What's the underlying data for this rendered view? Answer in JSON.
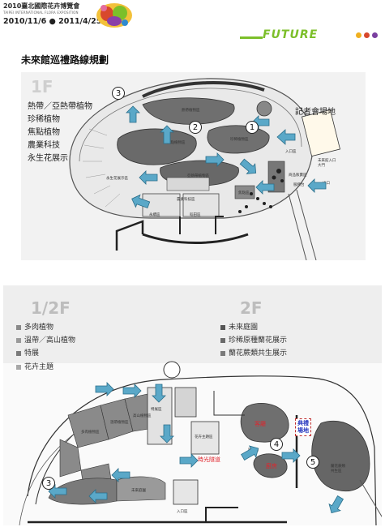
{
  "header": {
    "logo_line1": "2010臺北國際花卉博覽會",
    "logo_line2": "TAIPEI INTERNATIONAL FLORA EXPOSITION",
    "date_range": "2010/11/6 ● 2011/4/25",
    "pavilion_wordmark": "FUTURE",
    "dot_colors": [
      "#f0b020",
      "#d8482c",
      "#7a3fa0"
    ]
  },
  "page_title": "未來館巡禮路線規劃",
  "map1": {
    "floor": "1F",
    "legend": [
      "熱帶／亞熱帶植物",
      "珍稀植物",
      "焦點植物",
      "農業科技",
      "永生花展示"
    ],
    "press_area_label": "記者會場地",
    "room_labels": {
      "tropical_a": "熱帶植物區",
      "rare": "珍稀植物區",
      "focus": "焦點植物區",
      "tropical_b": "亞熱帶植物區",
      "everlasting": "永生花展示區",
      "agri": "農業科技區",
      "yongjian": "永續區",
      "field": "稻田區",
      "entrance": "入口區",
      "future_entrance": "未來館入口大門",
      "exit": "出口",
      "store": "商品販賣區",
      "service": "服務台",
      "plaza": "焦點區"
    },
    "route_numbers": [
      "1",
      "2",
      "3"
    ]
  },
  "map2": {
    "floor_left": "1/2F",
    "floor_right": "2F",
    "legend_left": [
      "多肉植物",
      "溫帶／高山植物",
      "特展",
      "花卉主題"
    ],
    "legend_right": [
      "未來庭園",
      "珍稀原種蘭花展示",
      "蘭花蕨類共生展示"
    ],
    "legend_left_colors": [
      "#8a8a8a",
      "#9a9a9a",
      "#7a7a7a",
      "#a8a8a8"
    ],
    "legend_right_colors": [
      "#555555",
      "#6a6a6a",
      "#7a7a7a"
    ],
    "labels_red": {
      "lounge": "客廳",
      "kitchen": "廚房",
      "time_tunnel": "時光隧道"
    },
    "ceremony_lines": [
      "典禮",
      "場地"
    ],
    "room_labels": {
      "succulent": "多肉植物區",
      "temperate": "溫帶植物區",
      "alpine": "高山植物區",
      "special": "特展區",
      "theme": "花卉主題區",
      "entrance": "入口區",
      "orchid_zone": "蘭花蕨類共生區",
      "garden": "未來庭園",
      "stage": "展演台"
    },
    "route_numbers": [
      "3",
      "4",
      "5"
    ]
  }
}
